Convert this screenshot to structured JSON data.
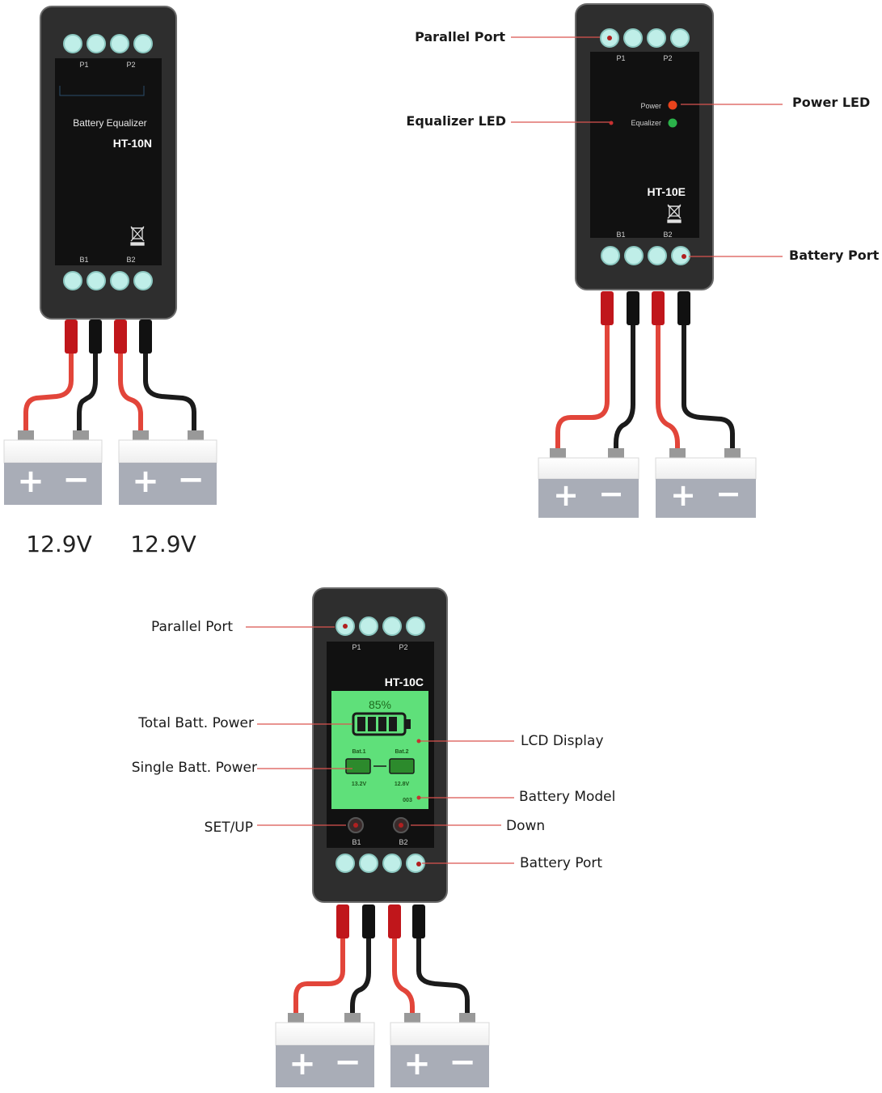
{
  "device_n": {
    "port_labels_top": [
      "P1",
      "P2"
    ],
    "port_labels_bottom": [
      "B1",
      "B2"
    ],
    "title": "Battery Equalizer",
    "model": "HT-10N",
    "battery_voltages": [
      "12.9V",
      "12.9V"
    ]
  },
  "device_e": {
    "port_labels_top": [
      "P1",
      "P2"
    ],
    "port_labels_bottom": [
      "B1",
      "B2"
    ],
    "model": "HT-10E",
    "power_led_label": "Power",
    "equalizer_led_label": "Equalizer",
    "callouts": {
      "parallel_port": "Parallel Port",
      "power_led": "Power LED",
      "equalizer_led": "Equalizer LED",
      "battery_port": "Battery Port"
    },
    "colors": {
      "power_led": "#e8431c",
      "equalizer_led": "#2bb34a"
    }
  },
  "device_c": {
    "port_labels_top": [
      "P1",
      "P2"
    ],
    "port_labels_bottom": [
      "B1",
      "B2"
    ],
    "model": "HT-10C",
    "lcd": {
      "percent": "85%",
      "batt1_label": "Bat.1",
      "batt2_label": "Bat.2",
      "batt1_voltage": "13.2V",
      "batt2_voltage": "12.8V",
      "model_code": "003"
    },
    "callouts": {
      "parallel_port": "Parallel Port",
      "total_power": "Total Batt. Power",
      "lcd_display": "LCD Display",
      "single_power": "Single Batt. Power",
      "battery_model": "Battery Model",
      "set_up": "SET/UP",
      "down": "Down",
      "battery_port": "Battery Port"
    },
    "colors": {
      "lcd": "#5fe07a"
    }
  },
  "battery": {
    "plus": "+",
    "minus": "−"
  },
  "colors": {
    "red_wire": "#e2453a",
    "black_wire": "#1b1b1b",
    "terminal": "#bfeee8",
    "device_body": "#2b2b2b",
    "callout_line": "#d9534f"
  }
}
